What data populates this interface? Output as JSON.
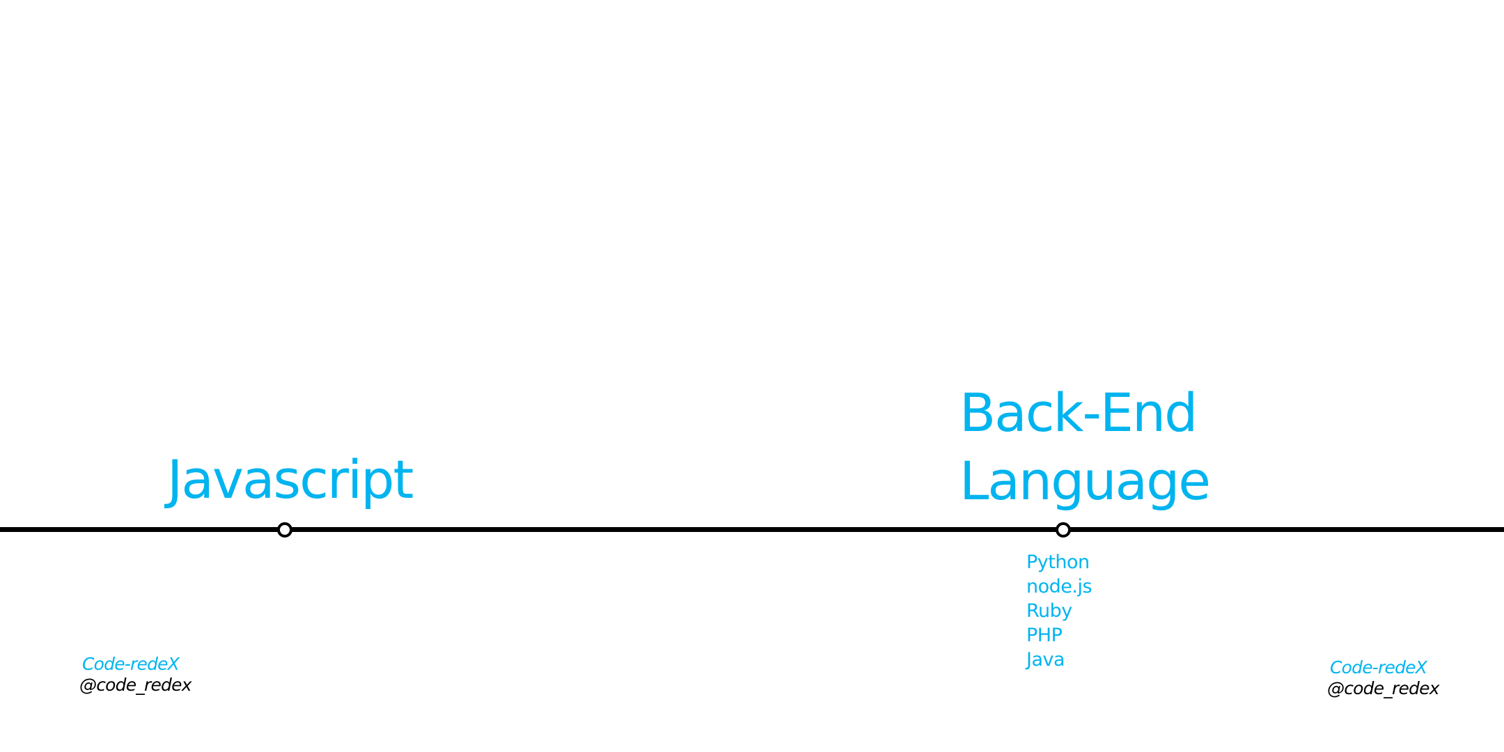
{
  "timeline": {
    "milestones": [
      {
        "title": "Javascript"
      },
      {
        "title_line1": "Back-End",
        "title_line2": "Language",
        "items": [
          "Python",
          "node.js",
          "Ruby",
          "PHP",
          "Java"
        ]
      }
    ]
  },
  "watermarks": [
    {
      "brand": "Code-redeX",
      "handle": "@code_redex"
    },
    {
      "brand": "Code-redeX",
      "handle": "@code_redex"
    }
  ],
  "colors": {
    "accent": "#00b4ef",
    "line": "#000000",
    "background": "#ffffff"
  }
}
